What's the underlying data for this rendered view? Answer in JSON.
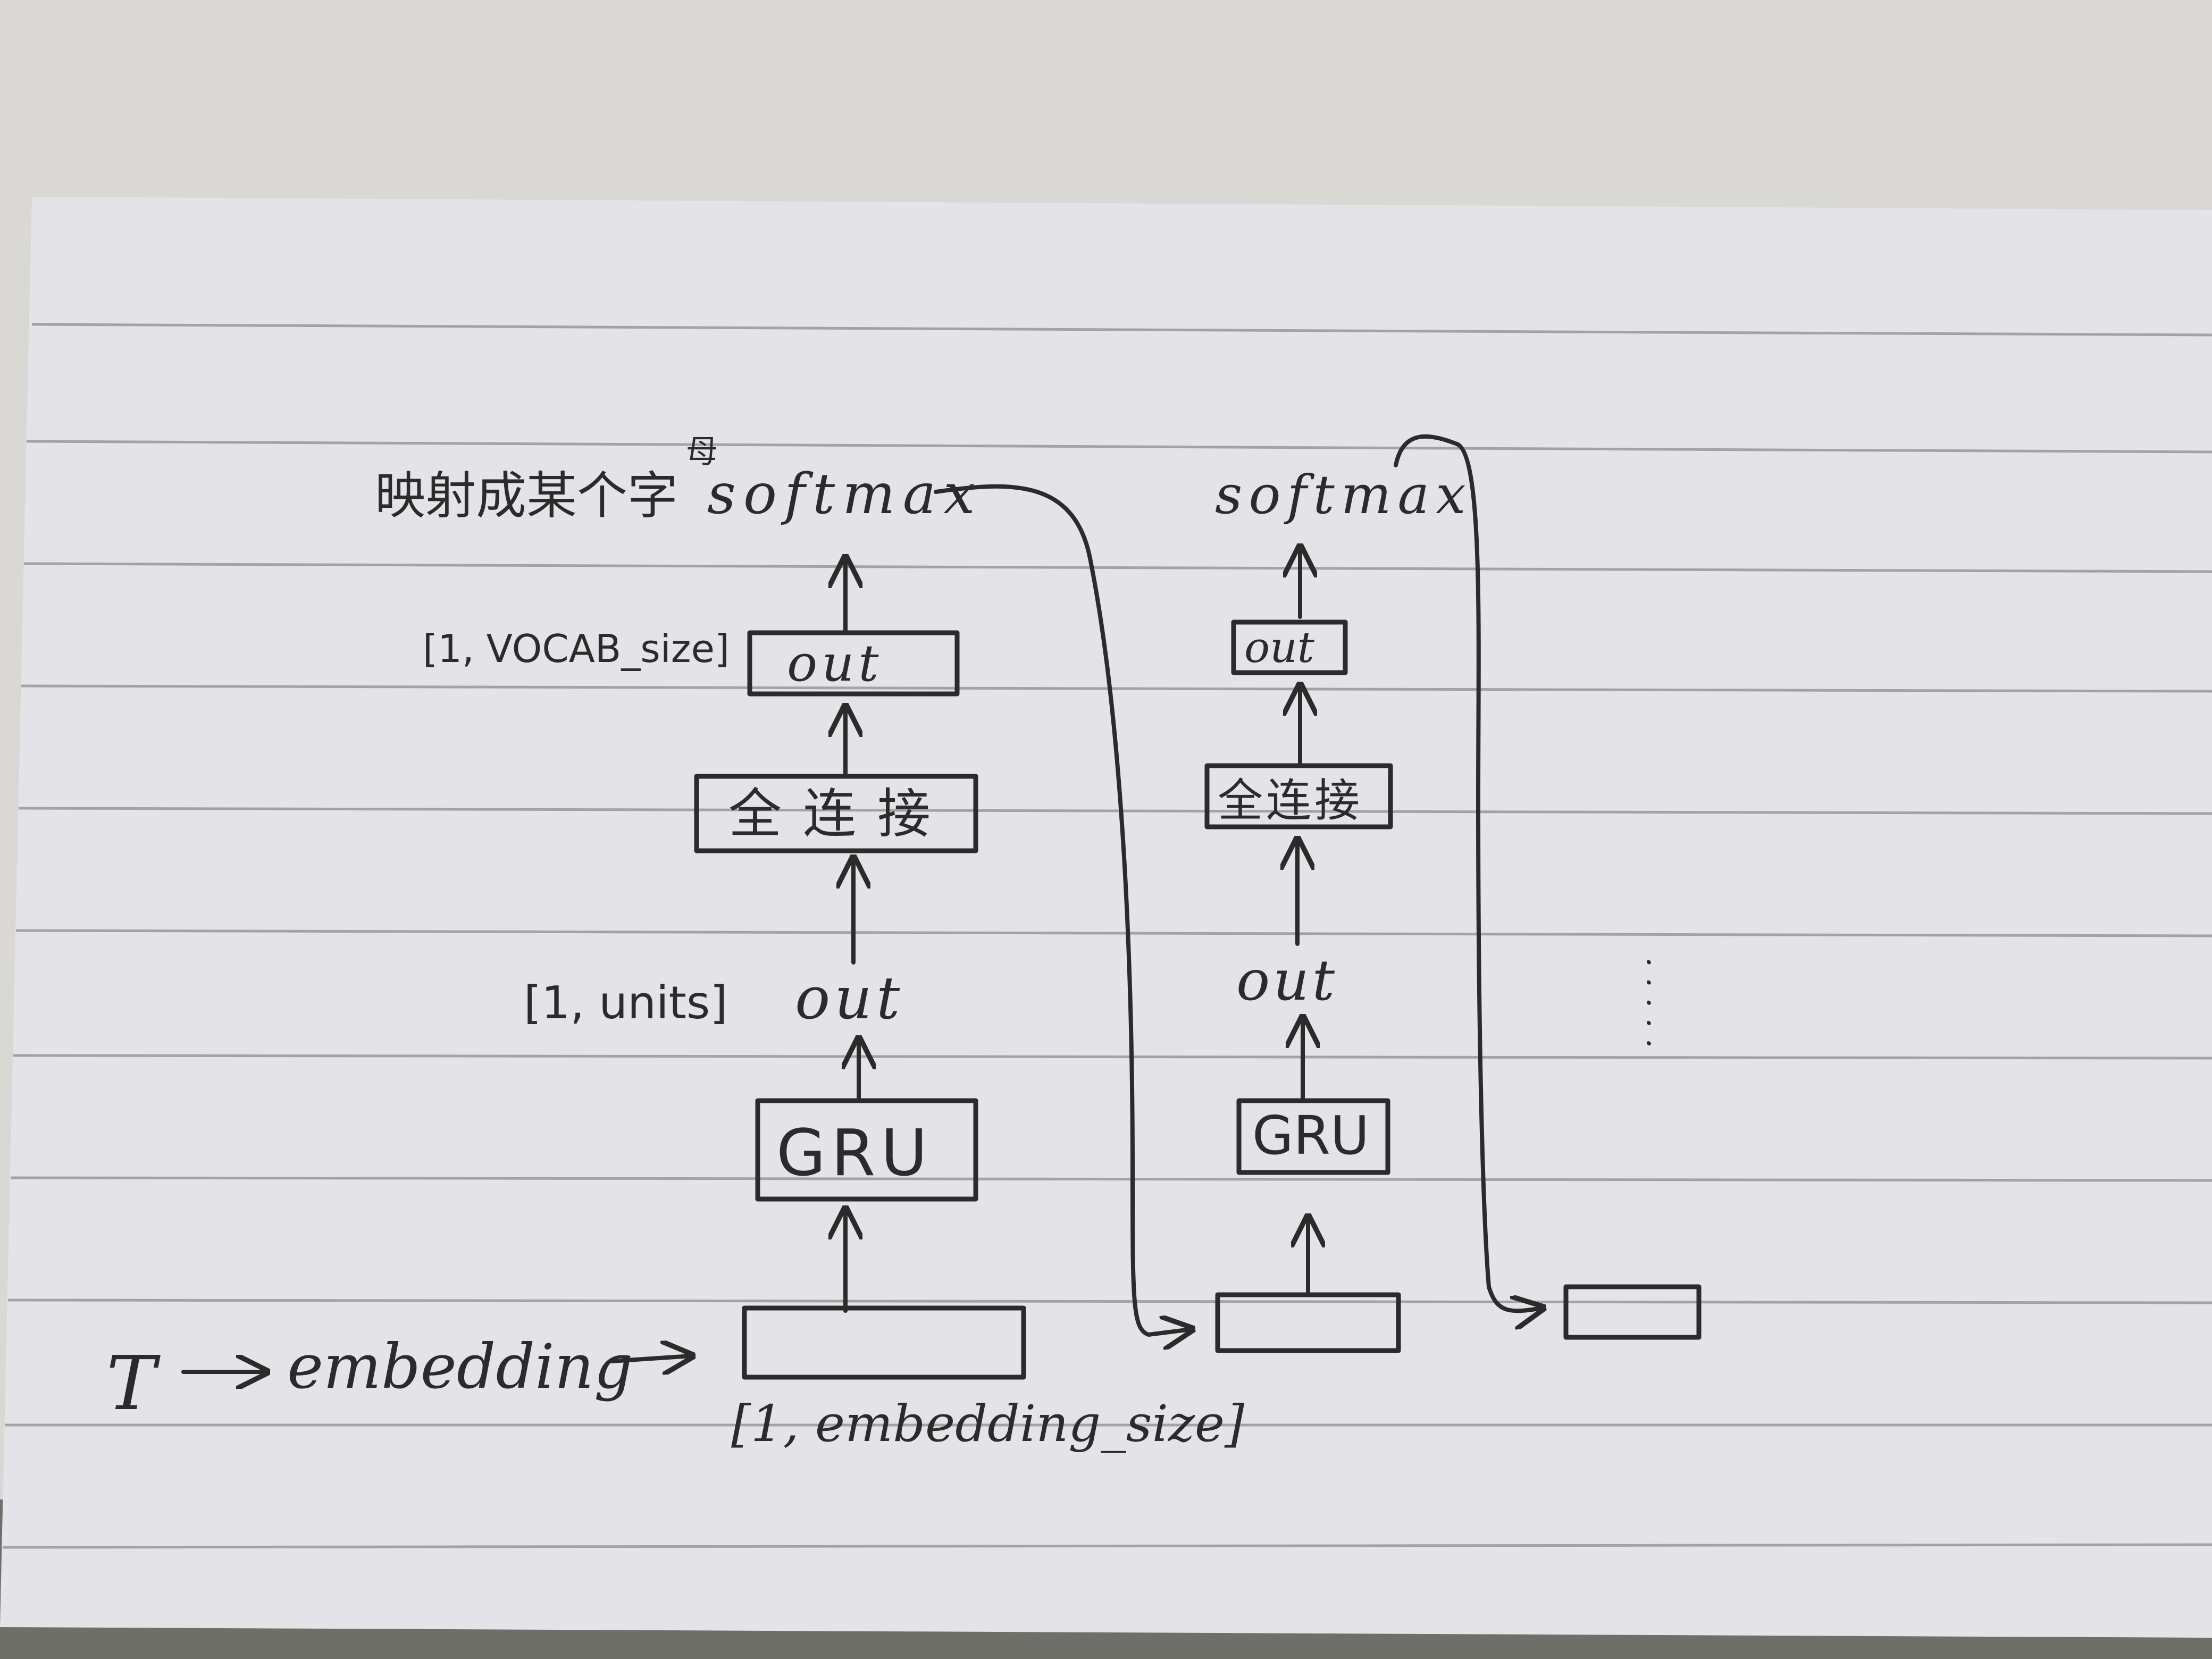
{
  "diagram": {
    "colors": {
      "ink": "#2b2b2b",
      "paper": "#e4e3e8",
      "rule": "#a3a3a6",
      "background": "#8c8c86"
    },
    "step1": {
      "mapping_label": "映射成某个字",
      "mapping_note": "母",
      "softmax_label": "softmax",
      "vocab_shape_label": "[1, VOCAB_size]",
      "out_box_label": "out",
      "dense_box_label": "全连接",
      "units_shape_label": "[1, units]",
      "gru_out_label": "out",
      "gru_box_label": "GRU",
      "input_token_label": "T",
      "embedding_label": "embedding",
      "embedding_shape_label": "[1, embedding_size]"
    },
    "step2": {
      "softmax_label": "softmax",
      "out_box_label": "out",
      "dense_box_label": "全连接",
      "gru_out_label": "out",
      "gru_box_label": "GRU"
    },
    "continuation": {
      "dots_label": "· · · · ·"
    }
  }
}
